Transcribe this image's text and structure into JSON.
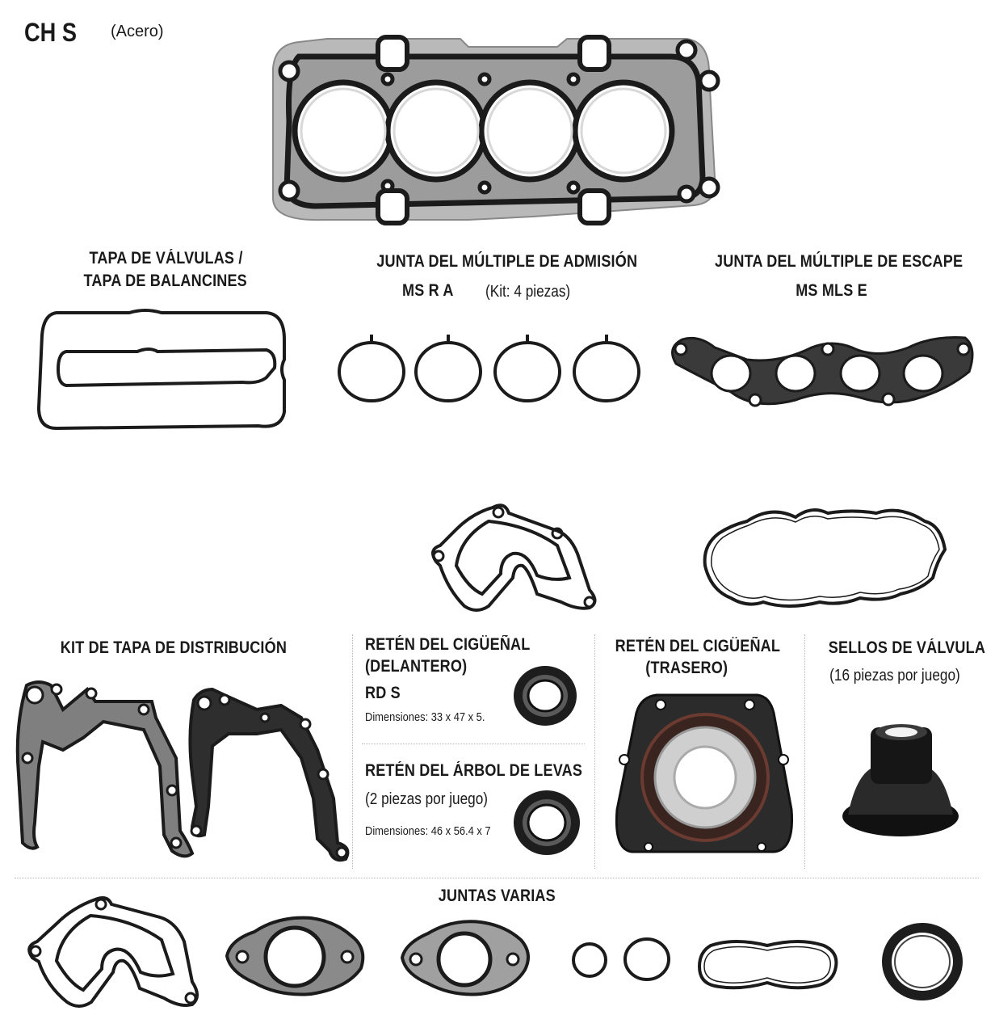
{
  "header": {
    "code": "CH S",
    "material": "(Acero)"
  },
  "sections": {
    "valve_cover": {
      "line1": "TAPA DE VÁLVULAS /",
      "line2": "TAPA DE BALANCINES"
    },
    "intake": {
      "title": "JUNTA DEL MÚLTIPLE DE ADMISIÓN",
      "code": "MS R A",
      "kit": "(Kit: 4 piezas)"
    },
    "exhaust": {
      "title": "JUNTA DEL MÚLTIPLE DE ESCAPE",
      "code": "MS MLS E"
    },
    "timing": {
      "title": "KIT DE TAPA DE DISTRIBUCIÓN"
    },
    "front_seal": {
      "line1": "RETÉN DEL CIGÜEÑAL",
      "line2": "(DELANTERO)",
      "code": "RD S",
      "dims": "Dimensiones: 33 x 47 x 5."
    },
    "cam_seal": {
      "title": "RETÉN DEL ÁRBOL DE LEVAS",
      "qty": "(2 piezas por juego)",
      "dims": "Dimensiones: 46 x 56.4 x 7"
    },
    "rear_seal": {
      "line1": "RETÉN DEL CIGÜEÑAL",
      "line2": "(TRASERO)"
    },
    "valve_seals": {
      "title": "SELLOS DE VÁLVULA",
      "qty": "(16 piezas por juego)"
    },
    "misc": {
      "title": "JUNTAS VARIAS"
    }
  },
  "colors": {
    "ink": "#1b1b1b",
    "steel": "#b9b9b9",
    "divider": "#b5b5b5"
  }
}
